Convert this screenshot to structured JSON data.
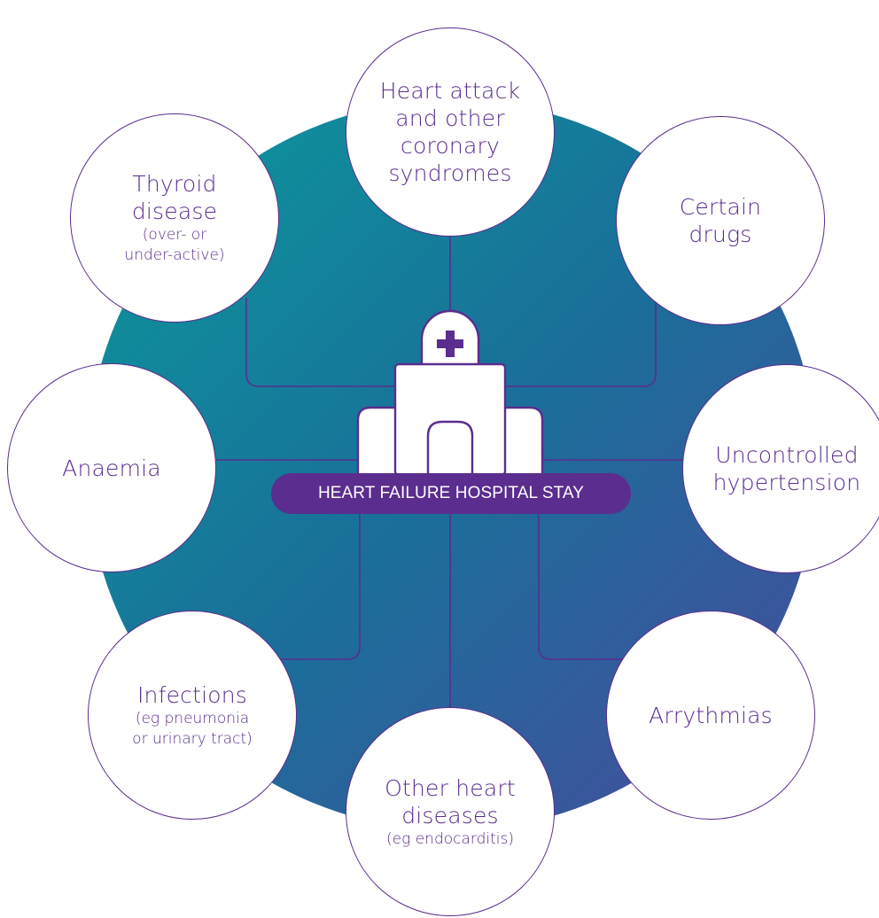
{
  "colors": {
    "disc_gradient_start": "#0a9a9c",
    "disc_gradient_mid": "#1a6f9a",
    "disc_gradient_end": "#4b4a9e",
    "outline_purple": "#5a2d8e",
    "node_fill": "#ffffff"
  },
  "center": {
    "label": "HEART FAILURE HOSPITAL STAY",
    "icon": "hospital-icon"
  },
  "factors": [
    {
      "id": "heart-attack",
      "main": "Heart attack\nand other\ncoronary\nsyndromes",
      "sub": ""
    },
    {
      "id": "certain-drugs",
      "main": "Certain\ndrugs",
      "sub": ""
    },
    {
      "id": "hypertension",
      "main": "Uncontrolled\nhypertension",
      "sub": ""
    },
    {
      "id": "arrythmias",
      "main": "Arrythmias",
      "sub": ""
    },
    {
      "id": "other-heart-diseases",
      "main": "Other heart\ndiseases",
      "sub": "(eg endocarditis)"
    },
    {
      "id": "infections",
      "main": "Infections",
      "sub": "(eg pneumonia\nor urinary tract)"
    },
    {
      "id": "anaemia",
      "main": "Anaemia",
      "sub": ""
    },
    {
      "id": "thyroid",
      "main": "Thyroid\ndisease",
      "sub": "(over- or\nunder-active)"
    }
  ]
}
